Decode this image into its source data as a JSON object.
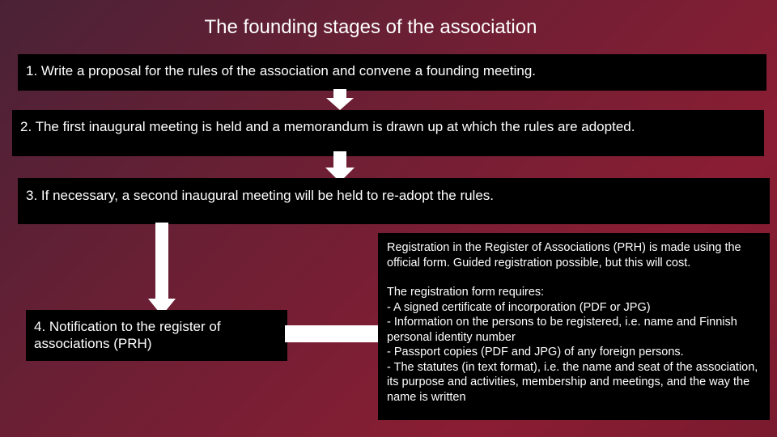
{
  "title": "The founding stages of the association",
  "steps": {
    "step1": "1. Write a proposal for the rules of the association and convene a founding meeting.",
    "step2": "2. The first inaugural meeting is held and a memorandum is drawn up at which the rules are adopted.",
    "step3": "3. If necessary, a second inaugural meeting will be held to re-adopt the rules.",
    "step4": "4. Notification to the register of associations (PRH)"
  },
  "registration": {
    "intro": "Registration in the Register of Associations (PRH) is made using the official form. Guided registration possible, but this will cost.",
    "requirements": "The registration form requires:\n- A signed certificate of incorporation (PDF or JPG)\n- Information on the persons to be registered, i.e. name and Finnish personal identity number\n- Passport copies (PDF and JPG) of any foreign persons.\n- The statutes (in text format), i.e. the name and seat of the association, its purpose and activities, membership and meetings, and the way the name is written"
  },
  "colors": {
    "box": "#000000",
    "arrow": "#ffffff",
    "text": "#ffffff"
  }
}
